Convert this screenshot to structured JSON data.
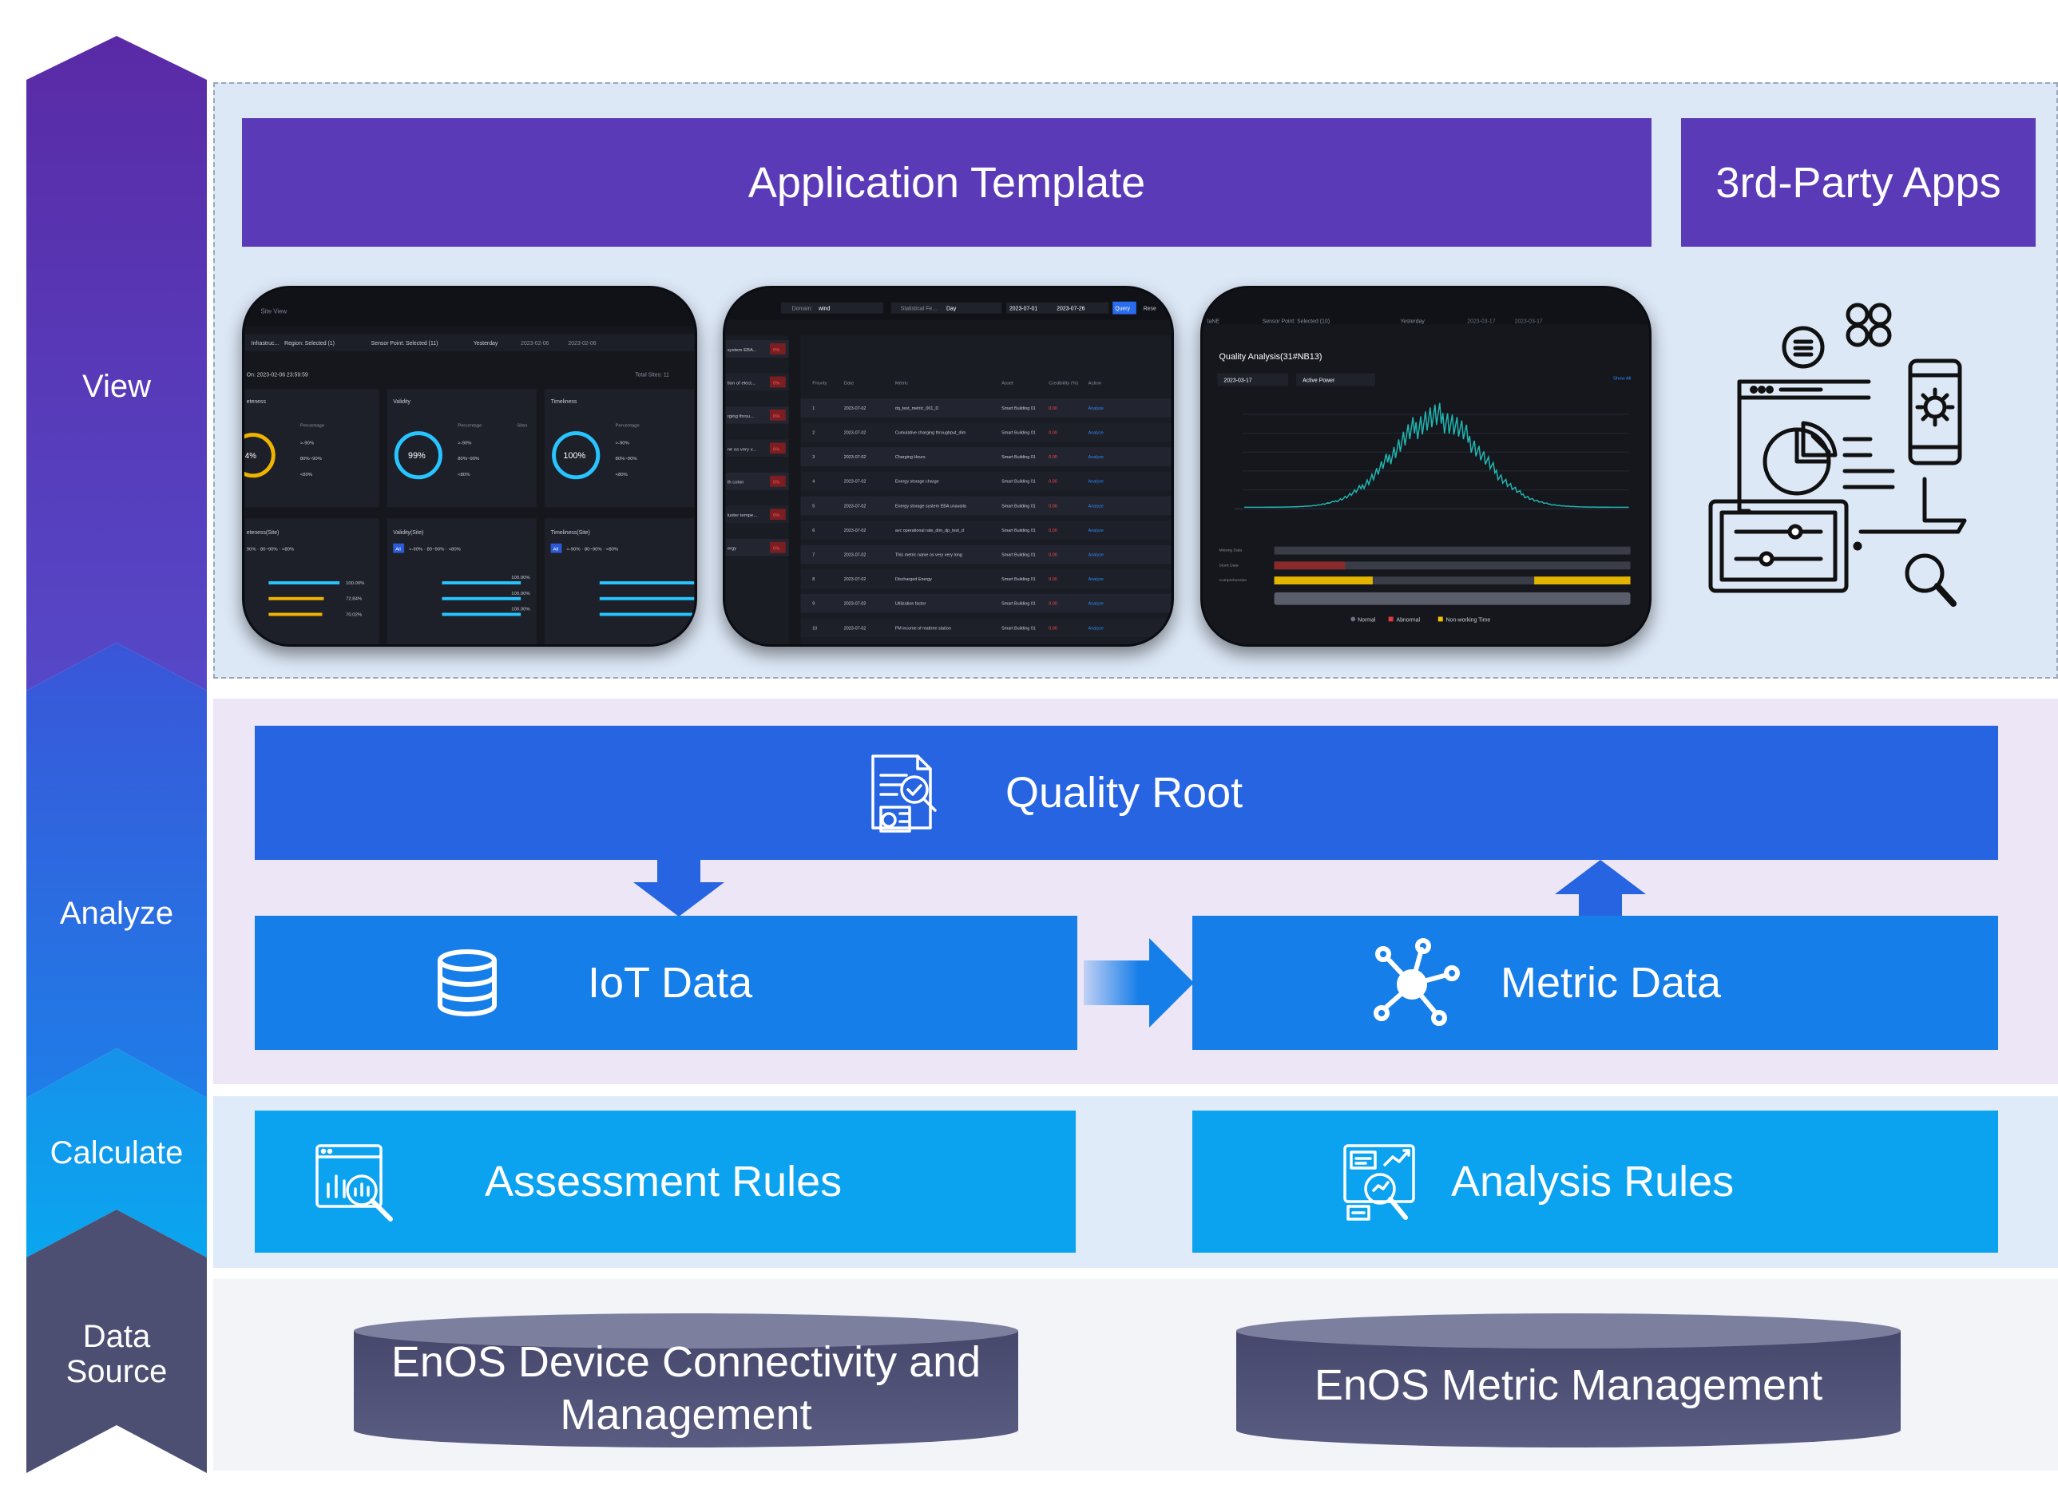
{
  "stages": {
    "view": "View",
    "analyze": "Analyze",
    "calculate": "Calculate",
    "data_source_line1": "Data",
    "data_source_line2": "Source"
  },
  "view_layer": {
    "app_template": "Application Template",
    "third_party": "3rd-Party Apps",
    "thumb1": {
      "header": "Site View",
      "filters": [
        "Region: Selected (1)",
        "Sensor Point: Selected (11)",
        "Yesterday",
        "2023-02-06",
        "2023-02-06"
      ],
      "date": "On: 2023-02-06 23:59:59",
      "total_sites": "Total Sites: 11",
      "cards": [
        {
          "title": "Validity",
          "value": "99%"
        },
        {
          "title": "Timeliness",
          "value": "100%"
        }
      ],
      "partial_value": "4%",
      "legend_pct": "Percentage",
      "legend_sites": "Sites",
      "ranges": [
        ">-90%",
        "80%~90%",
        "<80%"
      ],
      "subtitles": [
        "Validity(Site)",
        "Timeliness(Site)"
      ],
      "filter_chips": [
        "All",
        ">-90%",
        "80~90%",
        "<80%"
      ],
      "bar_values": [
        "100.00%",
        "72.84%",
        "70.02%",
        "100.00%",
        "100.00%",
        "100.00%"
      ]
    },
    "thumb2": {
      "domain_label": "Domain:",
      "domain_value": "wind",
      "stat_label": "Statistical Fe...",
      "stat_value": "Day",
      "date_from": "2023-07-01",
      "date_to": "2023-07-26",
      "query": "Query",
      "columns": [
        "Priority",
        "Date",
        "Metric",
        "Asset",
        "Credibility (%)",
        "Action"
      ],
      "rows": [
        [
          "1",
          "2023-07-02",
          "dq_test_metric_001_D",
          "Smart Building 01",
          "0.00",
          "Analyze"
        ],
        [
          "2",
          "2023-07-02",
          "Cumulative charging throughput_dim_d...",
          "Smart Building 01",
          "0.00",
          "Analyze"
        ],
        [
          "3",
          "2023-07-02",
          "Charging Hours",
          "Smart Building 01",
          "0.00",
          "Analyze"
        ],
        [
          "4",
          "2023-07-02",
          "Energy storage charge",
          "Smart Building 01",
          "0.00",
          "Analyze"
        ],
        [
          "5",
          "2023-07-02",
          "Energy storage system EBA unavailab...",
          "Smart Building 01",
          "0.00",
          "Analyze"
        ],
        [
          "6",
          "2023-07-02",
          "avc operational rate_dim_dp_test_dim_...",
          "Smart Building 01",
          "0.00",
          "Analyze"
        ],
        [
          "7",
          "2023-07-02",
          "This metric name os very very longery...",
          "Smart Building 01",
          "0.00",
          "Analyze"
        ],
        [
          "8",
          "2023-07-02",
          "Discharged Energy",
          "Smart Building 01",
          "0.00",
          "Analyze"
        ],
        [
          "9",
          "2023-07-02",
          "Utilization factor",
          "Smart Building 01",
          "0.00",
          "Analyze"
        ],
        [
          "10",
          "2023-07-02",
          "FM income of mattree station",
          "Smart Building 01",
          "0.00",
          "Analyze"
        ]
      ],
      "side_items": [
        "system EBA...",
        "tion of elect...",
        "rging throu...",
        "ne os very v...",
        "th colon",
        "luster tempe...",
        "ergy"
      ],
      "side_value": "0%"
    },
    "thumb3": {
      "filters": [
        "Sensor Point: Selected (10)",
        "Yesterday",
        "2023-03-17",
        "2023-03-17"
      ],
      "title": "Quality Analysis(31#NB13)",
      "date": "2023-03-17",
      "metric": "Active Power",
      "show_all": "Show All",
      "row_labels": [
        "Missing Data",
        "Stuck Data",
        "Comprehensive"
      ],
      "legend": [
        "Normal",
        "Abnormal",
        "Non-working Time"
      ]
    }
  },
  "analyze_layer": {
    "quality_root": "Quality Root",
    "iot_data": "IoT Data",
    "metric_data": "Metric Data"
  },
  "calculate_layer": {
    "assessment_rules": "Assessment Rules",
    "analysis_rules": "Analysis Rules"
  },
  "data_source_layer": {
    "enos_device_line1": "EnOS Device Connectivity and",
    "enos_device_line2": "Management",
    "enos_metric": "EnOS Metric Management"
  },
  "colors": {
    "view": "#5a3ab7",
    "analyze": "#2664e2",
    "calculate": "#0ba3f0",
    "data_source": "#4d4f72",
    "status_red": "#e03a3a",
    "status_yellow": "#f3c200",
    "chart_teal": "#1fb6b0"
  }
}
